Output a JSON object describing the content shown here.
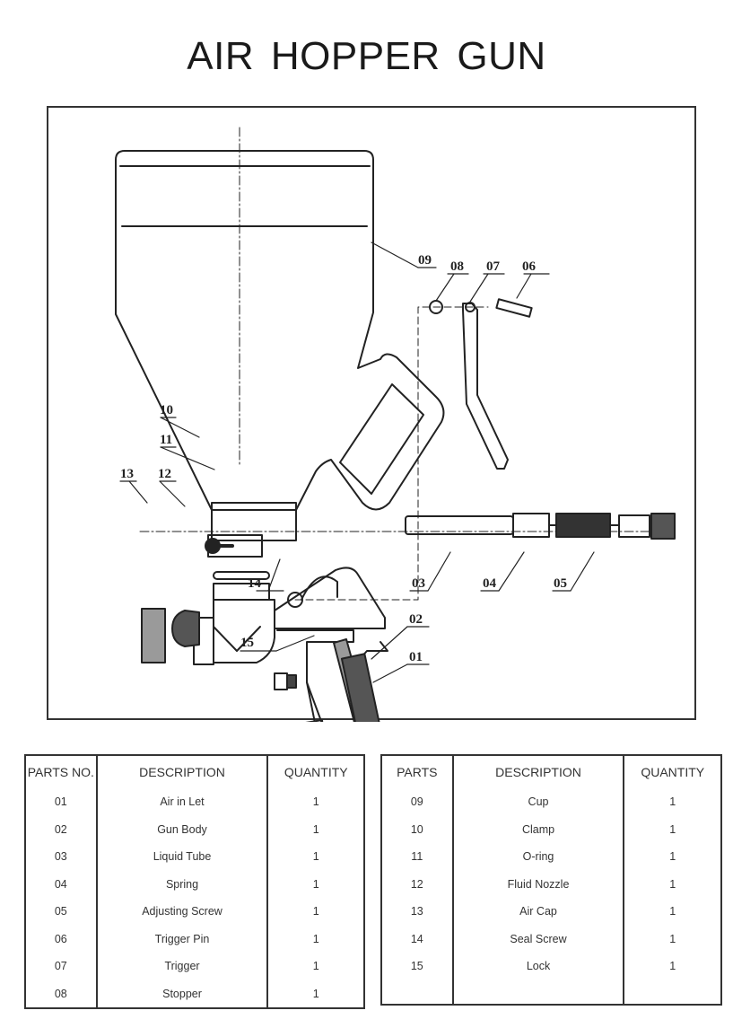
{
  "title": "AIR HOPPER GUN",
  "diagram": {
    "callouts": {
      "p01": "01",
      "p02": "02",
      "p03": "03",
      "p04": "04",
      "p05": "05",
      "p06": "06",
      "p07": "07",
      "p08": "08",
      "p09": "09",
      "p10": "10",
      "p11": "11",
      "p12": "12",
      "p13": "13",
      "p14": "14",
      "p15": "15"
    },
    "line_color": "#222222"
  },
  "tables": {
    "left": {
      "headers": [
        "PARTS NO.",
        "DESCRIPTION",
        "QUANTITY"
      ],
      "rows": [
        {
          "no": "01",
          "desc": "Air in Let",
          "qty": "1"
        },
        {
          "no": "02",
          "desc": "Gun Body",
          "qty": "1"
        },
        {
          "no": "03",
          "desc": "Liquid Tube",
          "qty": "1"
        },
        {
          "no": "04",
          "desc": "Spring",
          "qty": "1"
        },
        {
          "no": "05",
          "desc": "Adjusting Screw",
          "qty": "1"
        },
        {
          "no": "06",
          "desc": "Trigger Pin",
          "qty": "1"
        },
        {
          "no": "07",
          "desc": "Trigger",
          "qty": "1"
        },
        {
          "no": "08",
          "desc": "Stopper",
          "qty": "1"
        }
      ]
    },
    "right": {
      "headers": [
        "PARTS",
        "DESCRIPTION",
        "QUANTITY"
      ],
      "rows": [
        {
          "no": "09",
          "desc": "Cup",
          "qty": "1"
        },
        {
          "no": "10",
          "desc": "Clamp",
          "qty": "1"
        },
        {
          "no": "11",
          "desc": "O-ring",
          "qty": "1"
        },
        {
          "no": "12",
          "desc": "Fluid Nozzle",
          "qty": "1"
        },
        {
          "no": "13",
          "desc": "Air Cap",
          "qty": "1"
        },
        {
          "no": "14",
          "desc": "Seal Screw",
          "qty": "1"
        },
        {
          "no": "15",
          "desc": "Lock",
          "qty": "1"
        }
      ]
    }
  }
}
